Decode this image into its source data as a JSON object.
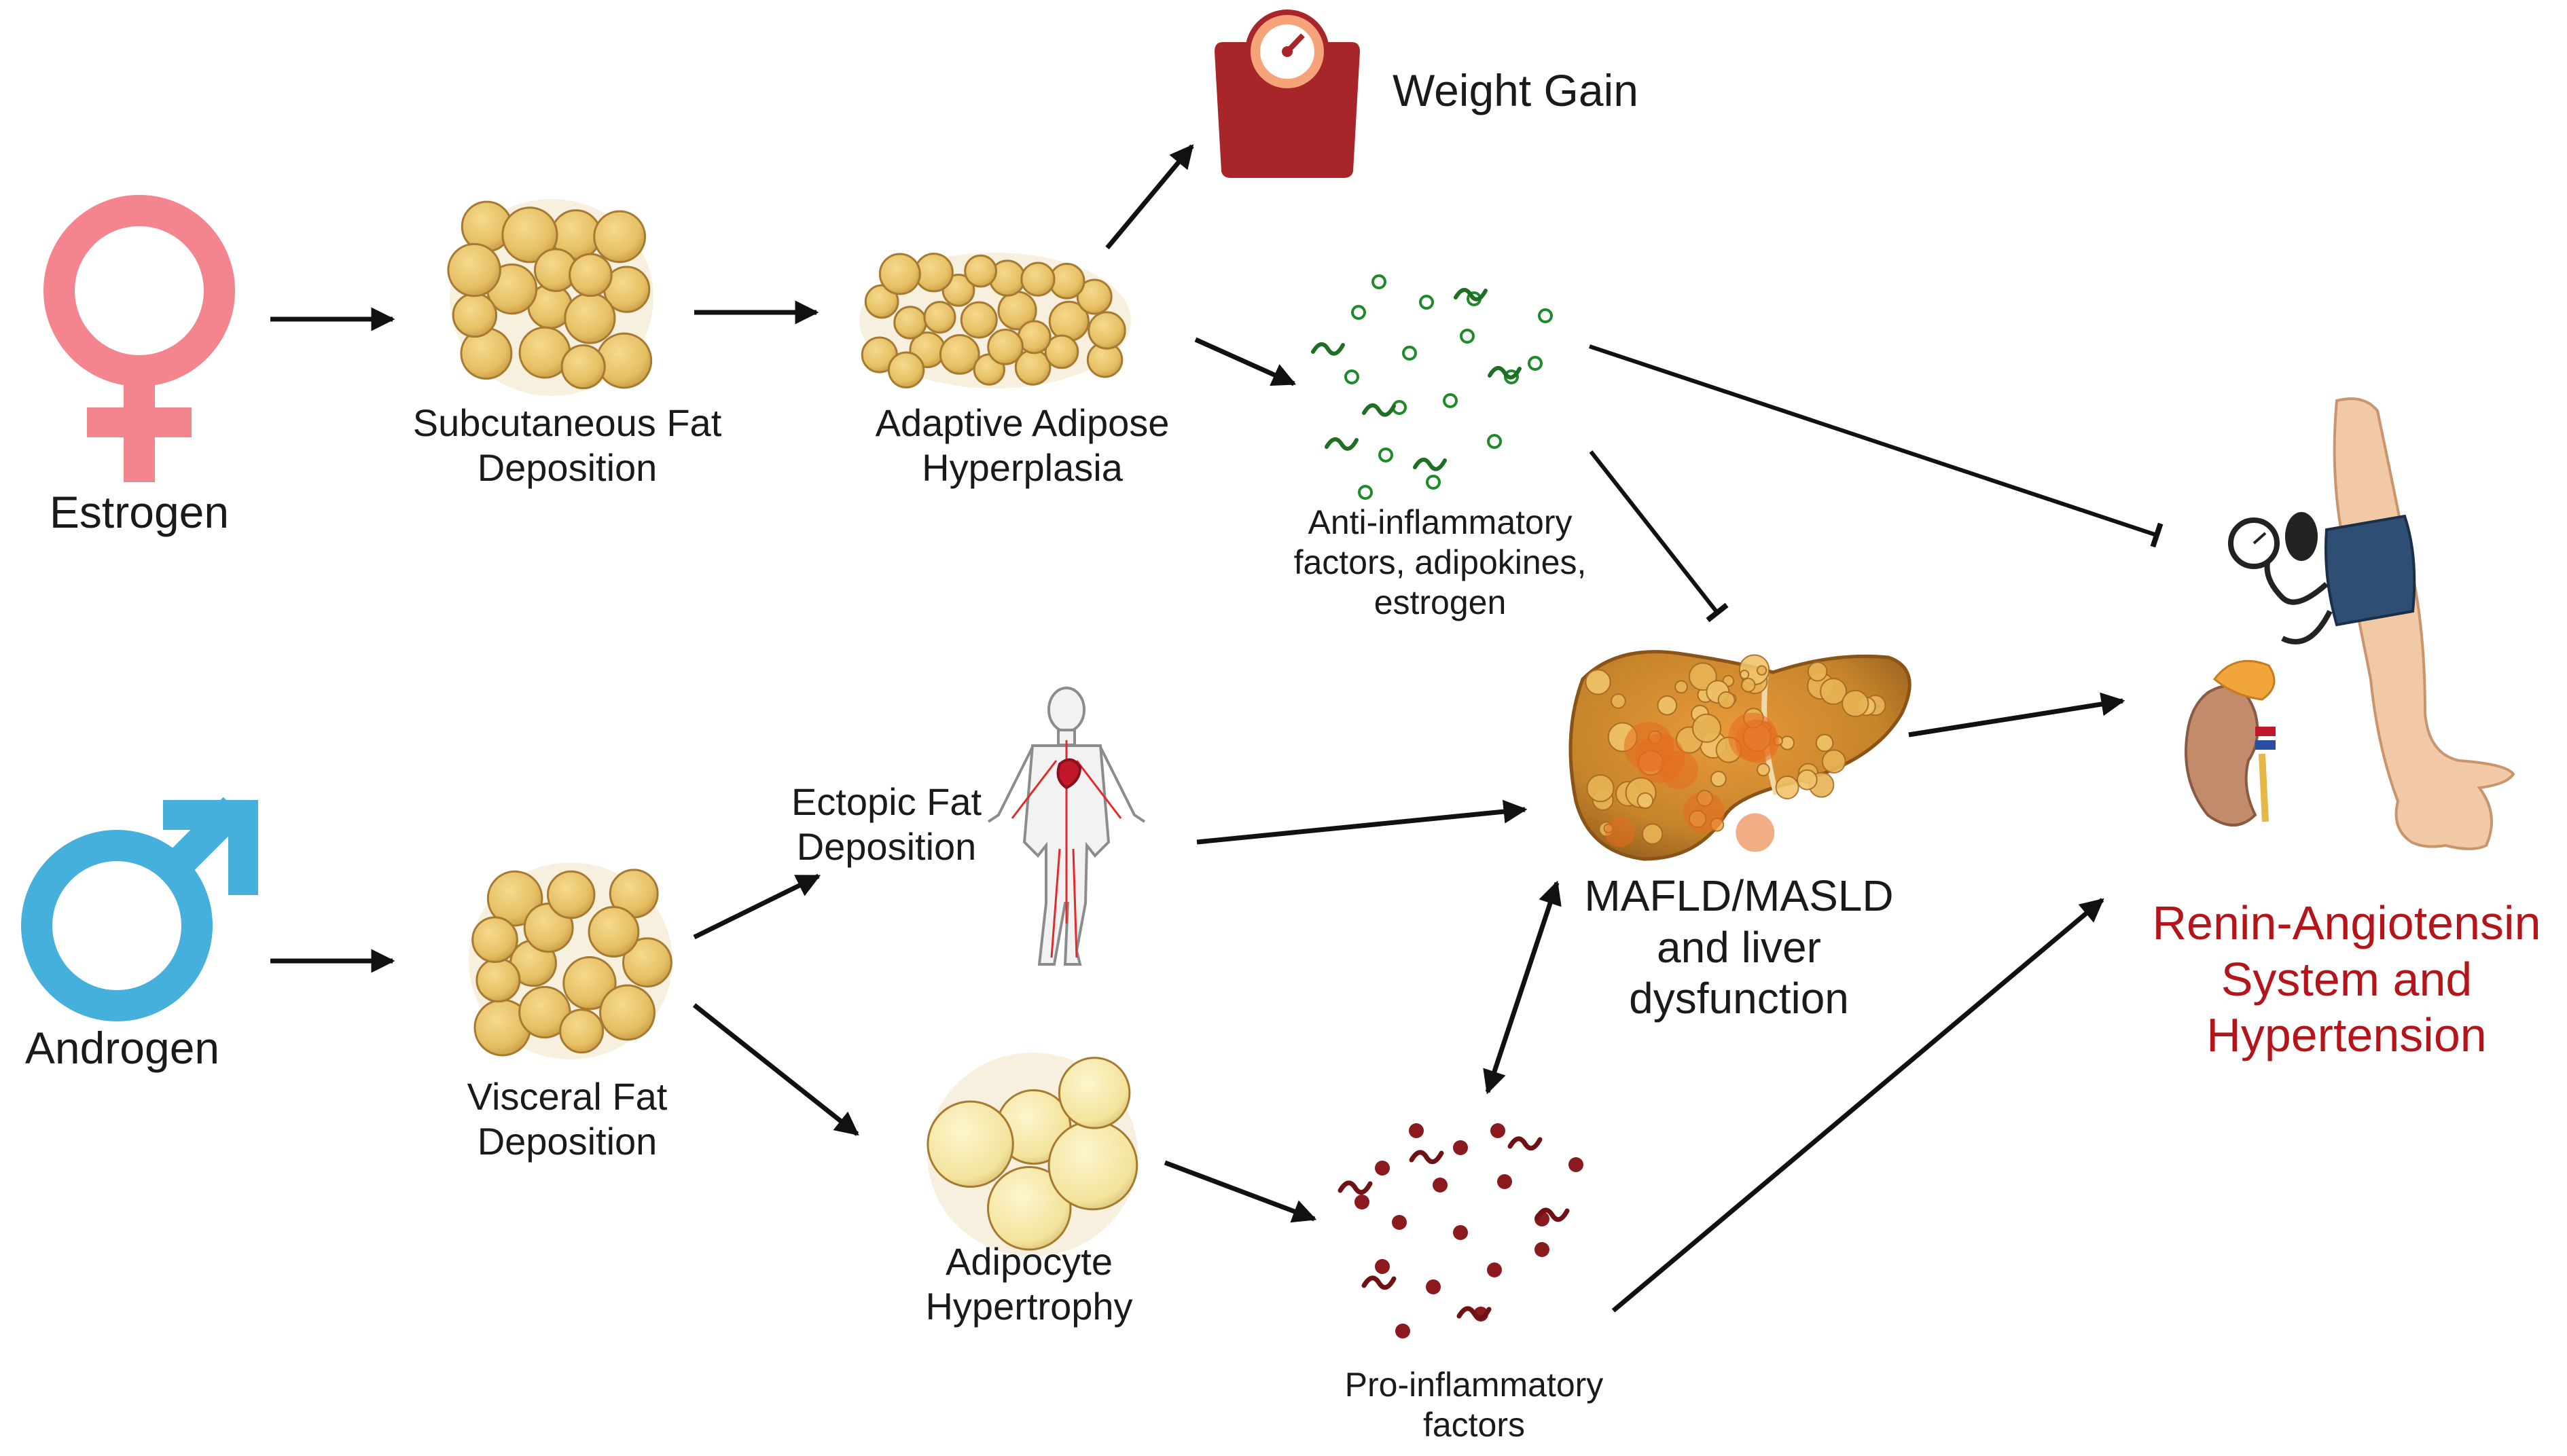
{
  "labels": {
    "estrogen": "Estrogen",
    "androgen": "Androgen",
    "weight_gain": "Weight Gain",
    "subcutaneous": [
      "Subcutaneous Fat",
      "Deposition"
    ],
    "adaptive": [
      "Adaptive Adipose",
      "Hyperplasia"
    ],
    "anti_inflammatory": [
      "Anti-inflammatory",
      "factors, adipokines,",
      "estrogen"
    ],
    "ectopic": [
      "Ectopic Fat",
      "Deposition"
    ],
    "visceral": [
      "Visceral Fat",
      "Deposition"
    ],
    "hypertrophy": [
      "Adipocyte",
      "Hypertrophy"
    ],
    "pro_inflammatory": [
      "Pro-inflammatory",
      "factors"
    ],
    "mafld": [
      "MAFLD/MASLD",
      "and liver",
      "dysfunction"
    ],
    "ras": [
      "Renin-Angiotensin",
      "System and",
      "Hypertension"
    ]
  },
  "colors": {
    "estrogen": "#f4858f",
    "androgen": "#45b0dc",
    "fat_cell": "#e9c56e",
    "fat_cell_dark": "#b8893a",
    "hypertrophy_cell": "#f6e9a8",
    "liver": "#c9882a",
    "anti_inflammatory": "#1e8a2a",
    "pro_inflammatory": "#7a1418",
    "scale": "#a8262a",
    "ras_text": "#b3151b",
    "arrow": "#111111"
  },
  "icons": [
    "venus-icon",
    "mars-icon",
    "weighing-scale-icon",
    "human-body-icon",
    "liver-icon",
    "kidney-icon",
    "arm-blood-pressure-cuff-icon"
  ]
}
